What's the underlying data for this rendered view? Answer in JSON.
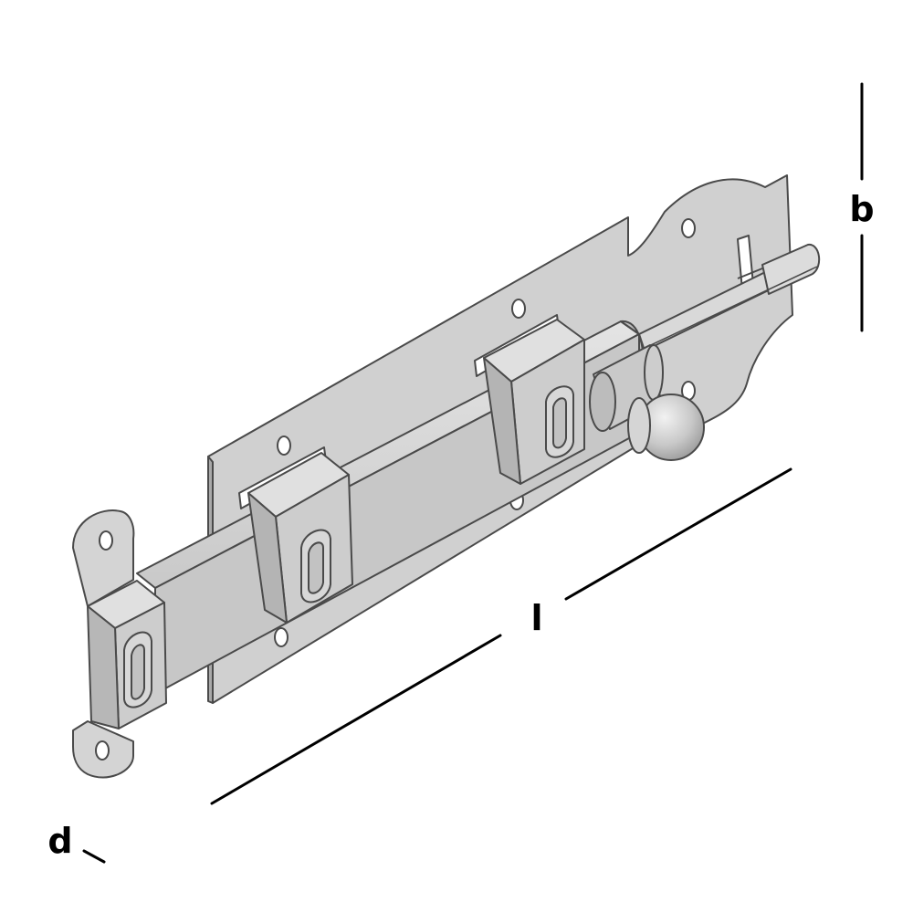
{
  "dimensions": {
    "length_label": "l",
    "width_label": "b",
    "depth_label": "d"
  },
  "colors": {
    "background": "#ffffff",
    "metal_light": "#d6d6d6",
    "metal_mid": "#c4c4c4",
    "metal_dark": "#a9a9a9",
    "outline": "#4a4a4a",
    "dimension_line": "#000000"
  }
}
